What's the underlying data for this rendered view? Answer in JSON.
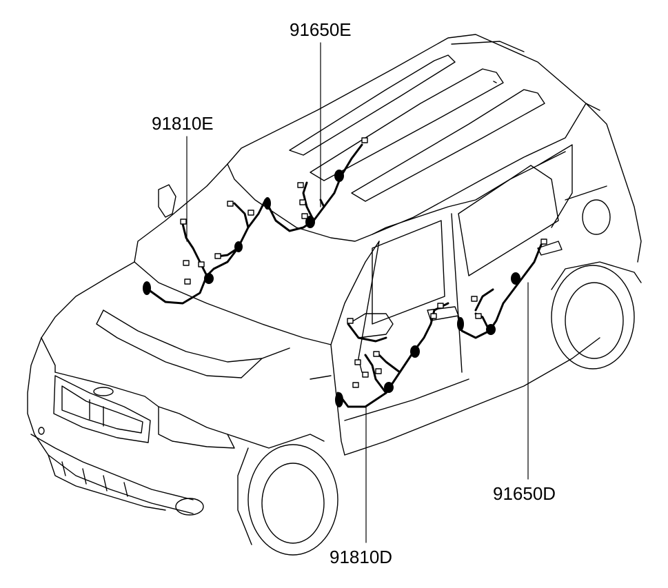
{
  "diagram": {
    "labels": {
      "front_door_left_harness": "91650E",
      "front_door_right_harness": "91810E",
      "rear_door_left_harness": "91650D",
      "rear_door_right_harness": "91810D"
    },
    "colors": {
      "line": "#000000",
      "background": "#ffffff"
    }
  }
}
